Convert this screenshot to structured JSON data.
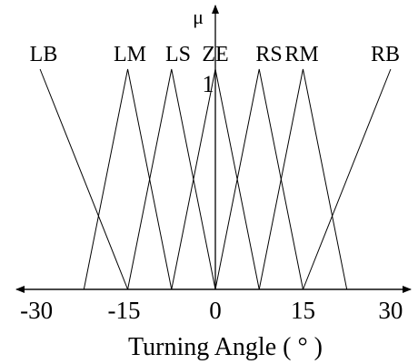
{
  "figure": {
    "y_axis_symbol": "μ",
    "peak_value_label": "1",
    "x_axis_title": "Turning Angle ( ° )",
    "x_ticks": [
      "-30",
      "-15",
      "0",
      "15",
      "30"
    ]
  },
  "sets": [
    {
      "name": "LB",
      "points": [
        [
          -30,
          1
        ],
        [
          -15,
          0
        ]
      ]
    },
    {
      "name": "LM",
      "points": [
        [
          -22.5,
          0
        ],
        [
          -15,
          1
        ],
        [
          -7.5,
          0
        ]
      ]
    },
    {
      "name": "LS",
      "points": [
        [
          -15,
          0
        ],
        [
          -7.5,
          1
        ],
        [
          0,
          0
        ]
      ]
    },
    {
      "name": "ZE",
      "points": [
        [
          -7.5,
          0
        ],
        [
          0,
          1
        ],
        [
          7.5,
          0
        ]
      ]
    },
    {
      "name": "RS",
      "points": [
        [
          0,
          0
        ],
        [
          7.5,
          1
        ],
        [
          15,
          0
        ]
      ]
    },
    {
      "name": "RM",
      "points": [
        [
          7.5,
          0
        ],
        [
          15,
          1
        ],
        [
          22.5,
          0
        ]
      ]
    },
    {
      "name": "RB",
      "points": [
        [
          15,
          0
        ],
        [
          30,
          1
        ]
      ]
    }
  ]
}
